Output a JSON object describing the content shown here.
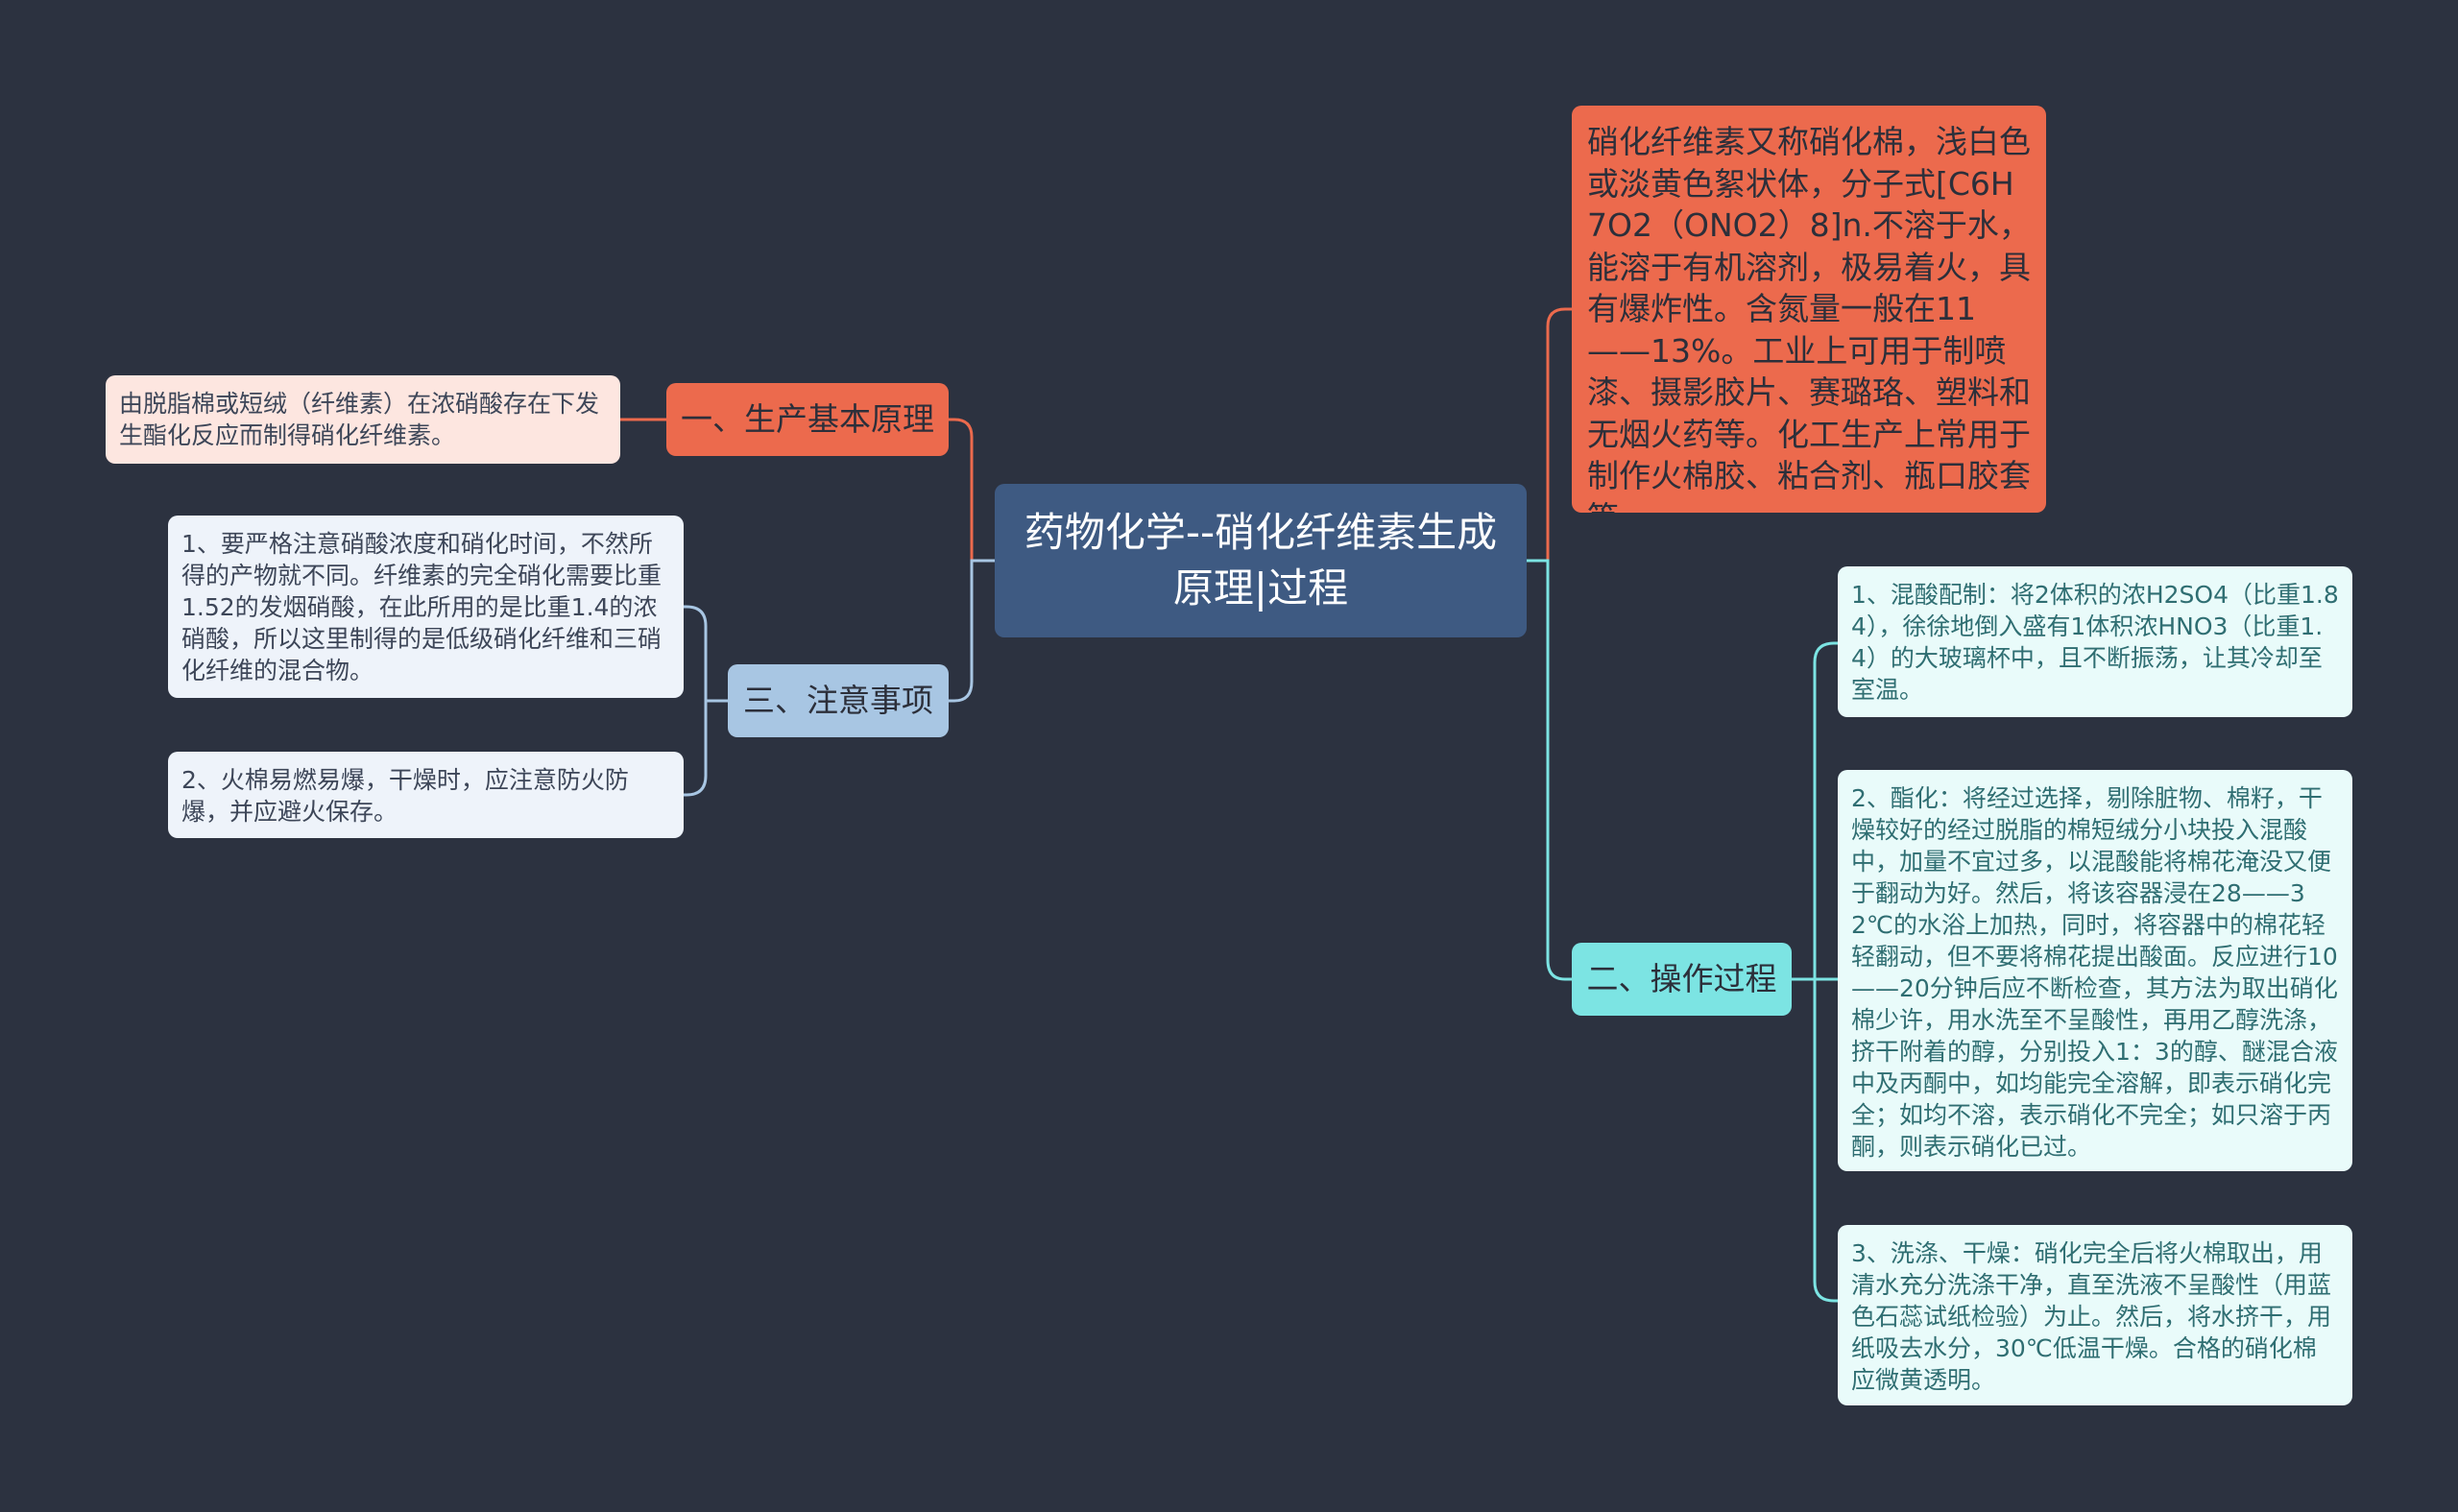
{
  "center": {
    "title": "药物化学--硝化纤维素生成原理|过程"
  },
  "branches": {
    "principle": {
      "label": "一、生产基本原理"
    },
    "notes": {
      "label": "三、注意事项"
    },
    "process": {
      "label": "二、操作过程"
    }
  },
  "leaves": {
    "principle_detail": "由脱脂棉或短绒（纤维素）在浓硝酸存在下发生酯化反应而制得硝化纤维素。",
    "note_1": "1、要严格注意硝酸浓度和硝化时间，不然所得的产物就不同。纤维素的完全硝化需要比重1.52的发烟硝酸，在此所用的是比重1.4的浓硝酸，所以这里制得的是低级硝化纤维和三硝化纤维的混合物。",
    "note_2": "2、火棉易燃易爆，干燥时，应注意防火防爆，并应避火保存。",
    "intro": "硝化纤维素又称硝化棉，浅白色或淡黄色絮状体，分子式[C6H7O2（ONO2）8]n.不溶于水，能溶于有机溶剂，极易着火，具有爆炸性。含氮量一般在11——13%。工业上可用于制喷漆、摄影胶片、赛璐珞、塑料和无烟火药等。化工生产上常用于制作火棉胶、粘合剂、瓶口胶套等。",
    "step_1": "1、混酸配制：将2体积的浓H2SO4（比重1.84），徐徐地倒入盛有1体积浓HNO3（比重1.4）的大玻璃杯中，且不断振荡，让其冷却至室温。",
    "step_2": "2、酯化：将经过选择，剔除脏物、棉籽，干燥较好的经过脱脂的棉短绒分小块投入混酸中，加量不宜过多，以混酸能将棉花淹没又便于翻动为好。然后，将该容器浸在28——32℃的水浴上加热，同时，将容器中的棉花轻轻翻动，但不要将棉花提出酸面。反应进行10——20分钟后应不断检查，其方法为取出硝化棉少许，用水洗至不呈酸性，再用乙醇洗涤，挤干附着的醇，分别投入1：3的醇、醚混合液中及丙酮中，如均能完全溶解，即表示硝化完全；如均不溶，表示硝化不完全；如只溶于丙酮，则表示硝化已过。",
    "step_3": "3、洗涤、干燥：硝化完全后将火棉取出，用清水充分洗涤干净，直至洗液不呈酸性（用蓝色石蕊试纸检验）为止。然后，将水挤干，用纸吸去水分，30℃低温干燥。合格的硝化棉应微黄透明。"
  },
  "colors": {
    "background": "#2c3240",
    "center": "#3e5a82",
    "orange": "#ec6a4d",
    "blue": "#a8c6e3",
    "cyan": "#7ce4e3"
  }
}
